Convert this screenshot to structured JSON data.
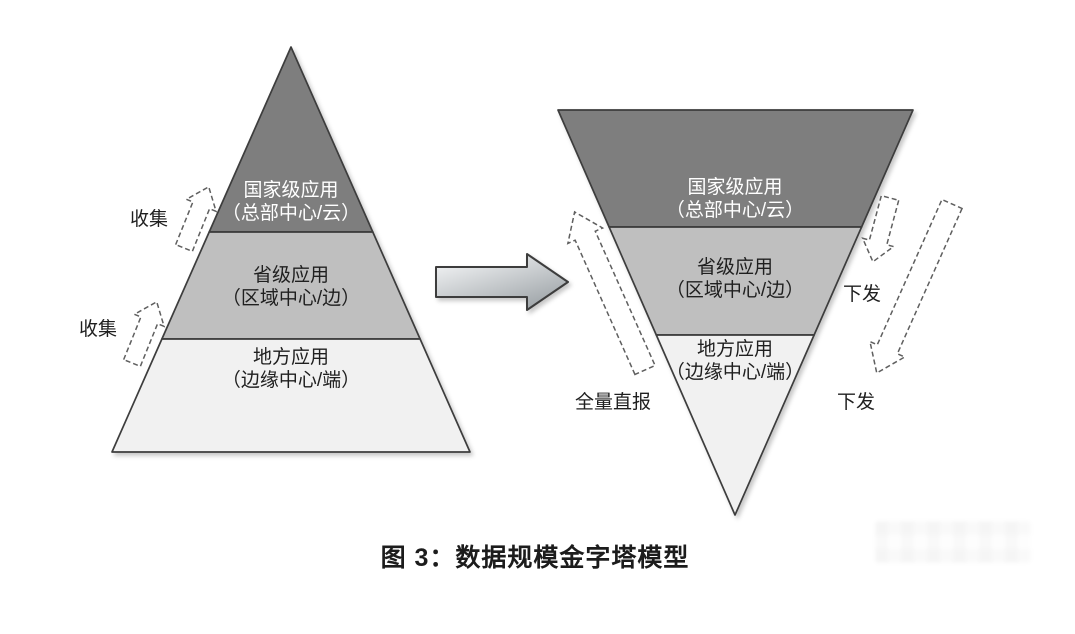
{
  "figure": {
    "caption": "图 3：数据规模金字塔模型"
  },
  "left_pyramid": {
    "levels": [
      {
        "title": "国家级应用",
        "subtitle": "（总部中心/云）",
        "fill": "#7e7e7e",
        "text_color": "#ffffff"
      },
      {
        "title": "省级应用",
        "subtitle": "（区域中心/边）",
        "fill": "#bfbfbf",
        "text_color": "#1f1f1f"
      },
      {
        "title": "地方应用",
        "subtitle": "（边缘中心/端）",
        "fill": "#f1f1f1",
        "text_color": "#1f1f1f"
      }
    ],
    "collect_arrows": [
      {
        "label": "收集"
      },
      {
        "label": "收集"
      }
    ]
  },
  "transform_arrow": {
    "direction": "right",
    "fill_gradient": [
      "#fbfcfd",
      "#9fa5a9"
    ]
  },
  "right_pyramid": {
    "levels": [
      {
        "title": "国家级应用",
        "subtitle": "（总部中心/云）",
        "fill": "#7e7e7e",
        "text_color": "#ffffff"
      },
      {
        "title": "省级应用",
        "subtitle": "（区域中心/边）",
        "fill": "#bfbfbf",
        "text_color": "#1f1f1f"
      },
      {
        "title": "地方应用",
        "subtitle": "（边缘中心/端）",
        "fill": "#f1f1f1",
        "text_color": "#1f1f1f"
      }
    ],
    "direct_report_label": "全量直报",
    "distribute_arrows": [
      {
        "label": "下发"
      },
      {
        "label": "下发"
      }
    ]
  },
  "colors": {
    "outline": "#3d3d3d",
    "dashed_arrow": "#5f5f5f",
    "background": "#ffffff"
  }
}
